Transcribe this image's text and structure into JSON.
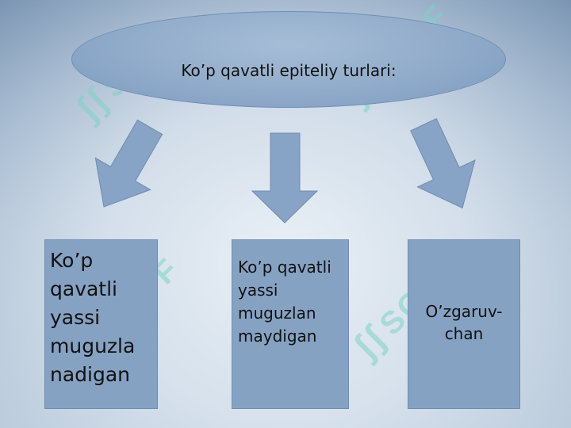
{
  "diagram": {
    "title": "Ko’p qavatli epiteliy turlari:",
    "boxes": [
      {
        "label": "Ko’p qavatli yassi muguzla nadigan"
      },
      {
        "label": "Ko’p qavatli yassi muguzlan maydigan"
      },
      {
        "label": "O’zgaruv-chan"
      }
    ]
  },
  "watermark": {
    "text": "SOFF",
    "mark": "ʃʃ"
  },
  "colors": {
    "shape_fill": "#86a2c3",
    "shape_border": "#6f8db1",
    "ellipse_fill": "#8ea9c8",
    "arrow_fill": "#87a3c5",
    "watermark": "#7fd2c4"
  }
}
